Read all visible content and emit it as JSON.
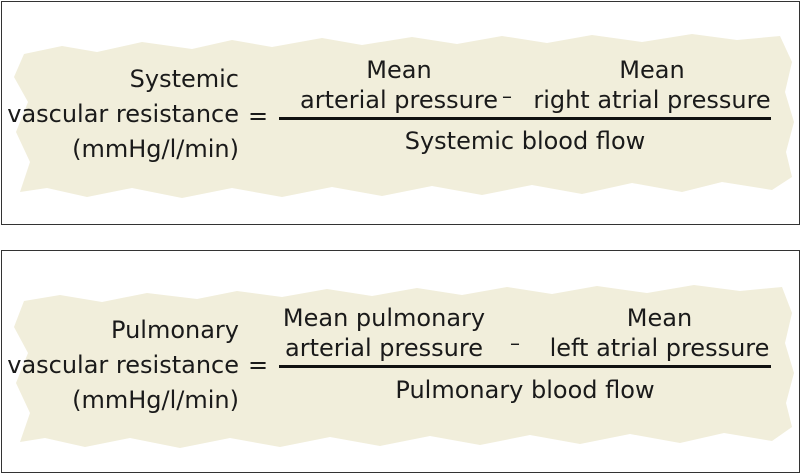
{
  "systemic": {
    "label_lines": [
      "Systemic",
      "vascular resistance",
      "(mmHg/l/min)"
    ],
    "equals": "=",
    "term1_lines": [
      "Mean",
      "arterial pressure"
    ],
    "minus": "–",
    "term2_lines": [
      "Mean",
      "right atrial pressure"
    ],
    "denominator": "Systemic blood flow"
  },
  "pulmonary": {
    "label_lines": [
      "Pulmonary",
      "vascular resistance",
      "(mmHg/l/min)"
    ],
    "equals": "=",
    "term1_lines": [
      "Mean pulmonary",
      "arterial pressure"
    ],
    "minus": "–",
    "term2_lines": [
      "Mean",
      "left atrial pressure"
    ],
    "denominator": "Pulmonary blood flow"
  },
  "colors": {
    "blob": "#f1eedb",
    "border": "#333333",
    "text": "#1a1a1a"
  }
}
